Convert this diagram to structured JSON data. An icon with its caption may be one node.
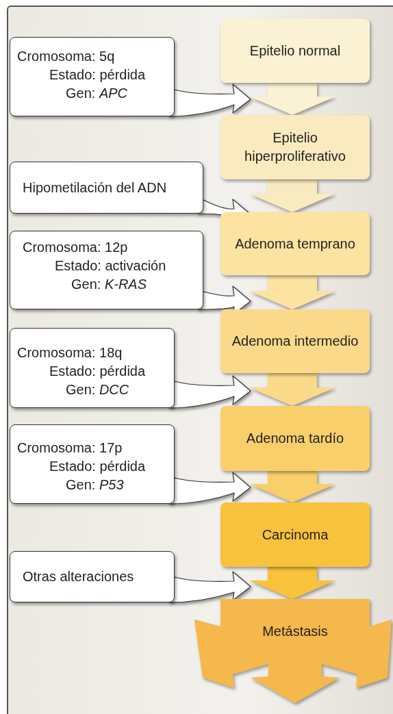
{
  "diagram": {
    "nodes": [
      {
        "text": [
          "Epitelio normal"
        ]
      },
      {
        "text": [
          "Epitelio hiperproliferativo"
        ]
      },
      {
        "text": [
          "Adenoma temprano"
        ]
      },
      {
        "text": [
          "Adenoma intermedio"
        ]
      },
      {
        "text": [
          "Adenoma tardío"
        ]
      },
      {
        "text": [
          "Carcinoma"
        ]
      },
      {
        "text": [
          "Metástasis"
        ]
      },
      {
        "text": [
          "Cromosoma: 5q",
          "Estado: pérdida",
          "Gen: *APC*"
        ]
      },
      {
        "text": [
          "Hipometilación del ADN"
        ]
      },
      {
        "text": [
          "Cromosoma: 12p",
          "Estado: activación",
          "Gen: *K-RAS*"
        ]
      },
      {
        "text": [
          "Cromosoma: 18q",
          "Estado: pérdida",
          "Gen: *DCC*"
        ]
      },
      {
        "text": [
          "Cromosoma: 17p",
          "Estado: pérdida",
          "Gen: *P53*"
        ]
      },
      {
        "text": [
          "Otras alteraciones"
        ]
      }
    ],
    "edges": [
      {
        "from": 0,
        "to": 1,
        "arrow": "to"
      },
      {
        "from": 1,
        "to": 2,
        "arrow": "to"
      },
      {
        "from": 2,
        "to": 3,
        "arrow": "to"
      },
      {
        "from": 3,
        "to": 4,
        "arrow": "to"
      },
      {
        "from": 4,
        "to": 5,
        "arrow": "to"
      },
      {
        "from": 5,
        "to": 6,
        "arrow": "to"
      },
      {
        "from": 7,
        "to": null,
        "arrow": "to"
      },
      {
        "from": 8,
        "to": null,
        "arrow": "to"
      },
      {
        "from": 9,
        "to": null,
        "arrow": "to"
      },
      {
        "from": 10,
        "to": null,
        "arrow": "to"
      },
      {
        "from": 11,
        "to": null,
        "arrow": "to"
      },
      {
        "from": 12,
        "to": null,
        "arrow": "to"
      }
    ]
  }
}
